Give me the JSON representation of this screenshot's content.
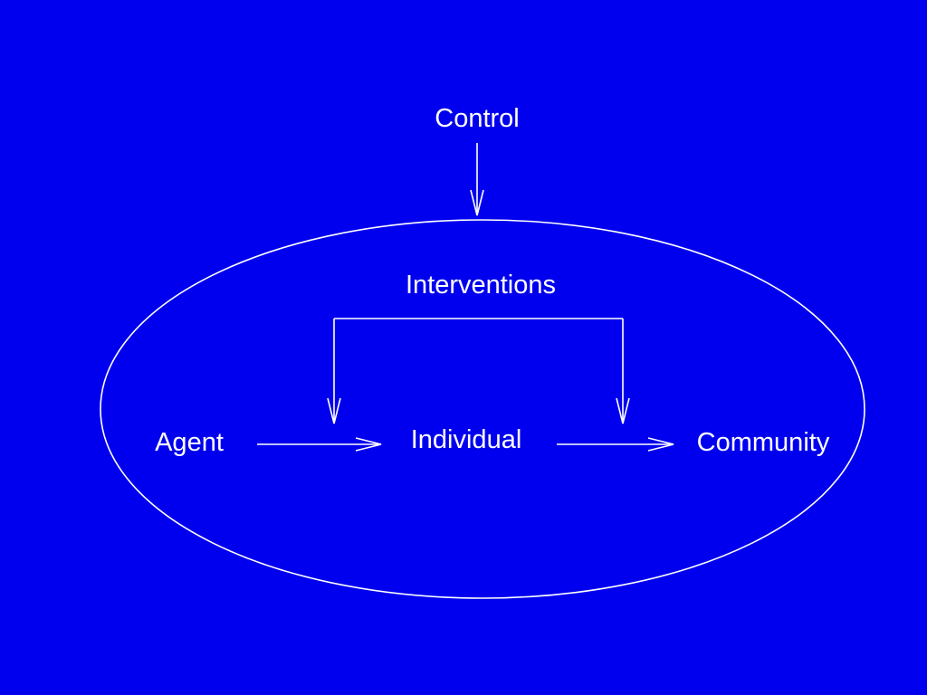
{
  "colors": {
    "background": "#0000ee",
    "foreground": "#ffffff"
  },
  "labels": {
    "control": "Control",
    "interventions": "Interventions",
    "agent": "Agent",
    "individual": "Individual",
    "community": "Community"
  }
}
